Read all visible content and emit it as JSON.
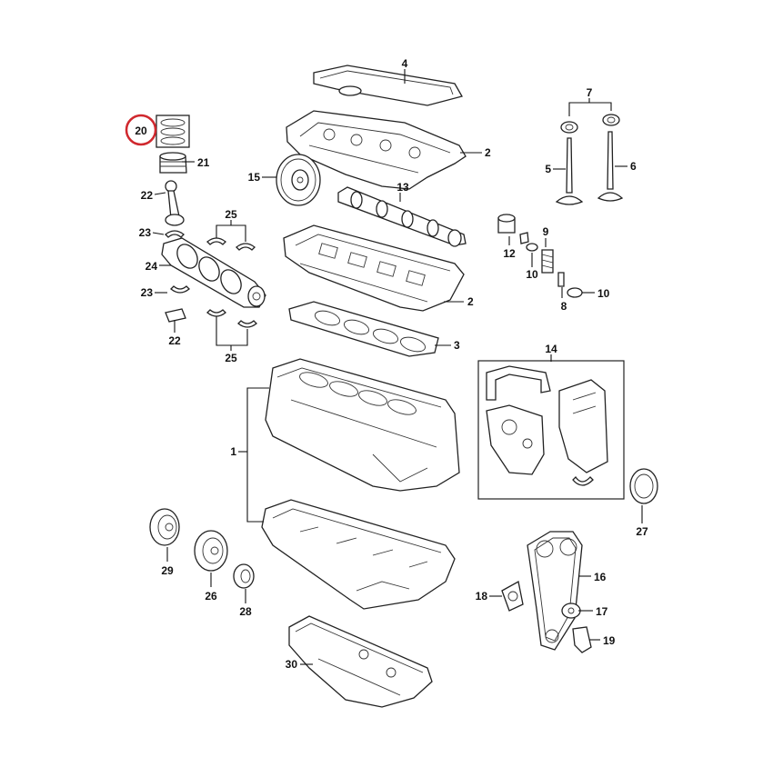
{
  "diagram": {
    "callouts": {
      "c1": "1",
      "c2a": "2",
      "c2b": "2",
      "c3": "3",
      "c4": "4",
      "c5": "5",
      "c6": "6",
      "c7": "7",
      "c8": "8",
      "c9": "9",
      "c10a": "10",
      "c10b": "10",
      "c12": "12",
      "c13": "13",
      "c14": "14",
      "c15": "15",
      "c16": "16",
      "c17": "17",
      "c18": "18",
      "c19": "19",
      "c20": "20",
      "c21": "21",
      "c22a": "22",
      "c22b": "22",
      "c23a": "23",
      "c23b": "23",
      "c24": "24",
      "c25a": "25",
      "c25b": "25",
      "c26": "26",
      "c27": "27",
      "c28": "28",
      "c29": "29",
      "c30": "30"
    },
    "highlight": {
      "callout": "20",
      "color": "#d0282e"
    },
    "colors": {
      "line": "#222222",
      "background": "#ffffff"
    }
  }
}
